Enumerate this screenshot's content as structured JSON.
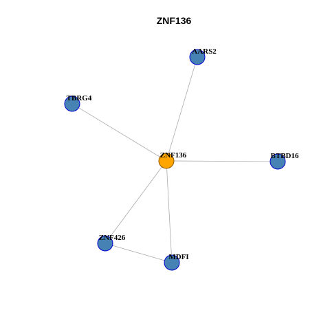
{
  "title": "ZNF136",
  "colors": {
    "hub_fill": "#ffa500",
    "hub_stroke": "#8b5a00",
    "node_fill": "#4682b4",
    "node_stroke": "#0000cd",
    "edge": "#aaaaaa"
  },
  "nodes": [
    {
      "id": "ZNF136",
      "label": "ZNF136",
      "hub": true
    },
    {
      "id": "AARS2",
      "label": "AARS2",
      "hub": false
    },
    {
      "id": "TBRG4",
      "label": "TBRG4",
      "hub": false
    },
    {
      "id": "BTBD16",
      "label": "BTBD16",
      "hub": false
    },
    {
      "id": "ZNF426",
      "label": "ZNF426",
      "hub": false
    },
    {
      "id": "MDFI",
      "label": "MDFI",
      "hub": false
    }
  ],
  "edges": [
    {
      "source": "ZNF136",
      "target": "AARS2"
    },
    {
      "source": "ZNF136",
      "target": "TBRG4"
    },
    {
      "source": "ZNF136",
      "target": "BTBD16"
    },
    {
      "source": "ZNF136",
      "target": "ZNF426"
    },
    {
      "source": "ZNF136",
      "target": "MDFI"
    },
    {
      "source": "ZNF426",
      "target": "MDFI"
    }
  ]
}
